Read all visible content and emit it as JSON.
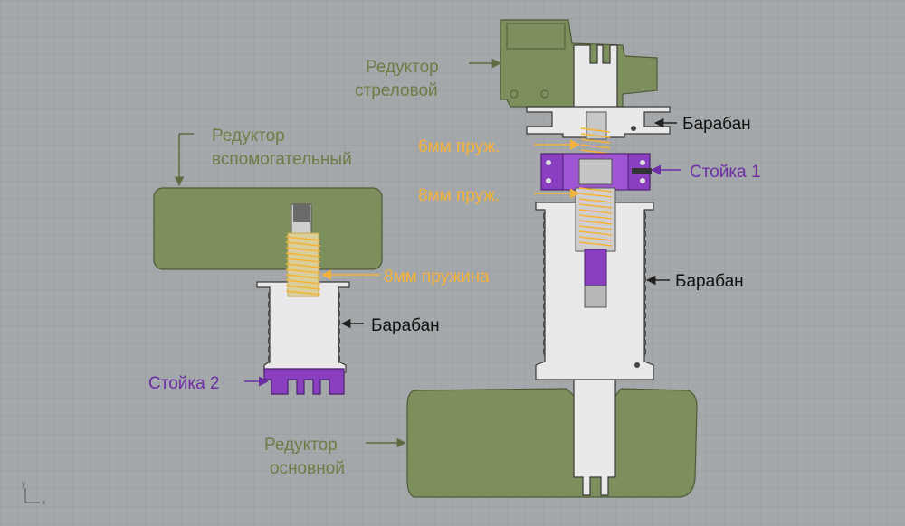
{
  "colors": {
    "background": "#a5a8aa",
    "grid": "#9a9d9f",
    "gearbox": "#7d8f5c",
    "gearbox_edge": "#5d6b43",
    "label_green": "#6c7d47",
    "spring": "#f5b23a",
    "rack": "#8a3fc0",
    "rack_label": "#6d2fa6",
    "drum": "#e9e9e9",
    "outline": "#3a3a3a"
  },
  "labels": {
    "reducer_boom_line1": "Редуктор",
    "reducer_boom_line2": "стреловой",
    "reducer_aux_line1": "Редуктор",
    "reducer_aux_line2": "вспомогательный",
    "reducer_main_line1": "Редуктор",
    "reducer_main_line2": "основной",
    "drum_top_right": "Барабан",
    "drum_mid_right": "Барабан",
    "drum_left": "Барабан",
    "spring_6mm": "6мм пруж.",
    "spring_8mm": "8мм пруж.",
    "spring_8mm_left": "8мм пружина",
    "rack1": "Стойка 1",
    "rack2": "Стойка 2"
  },
  "axis_icon": {
    "y": "y",
    "x": "x"
  }
}
